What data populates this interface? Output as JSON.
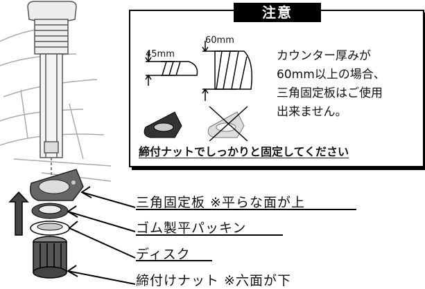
{
  "notice": {
    "title": "注意",
    "dim_left": "45mm",
    "dim_right": "60mm",
    "text_lines": [
      "カウンター厚みが",
      "60mm以上の場合、",
      "三角固定板はご使用",
      "出来ません。"
    ],
    "bottom": "締付ナットでしっかりと固定してください"
  },
  "parts": [
    {
      "label": "三角固定板 ※平らな面が上"
    },
    {
      "label": "ゴム製平パッキン"
    },
    {
      "label": "ディスク"
    },
    {
      "label": "締付けナット ※六面が下"
    }
  ]
}
